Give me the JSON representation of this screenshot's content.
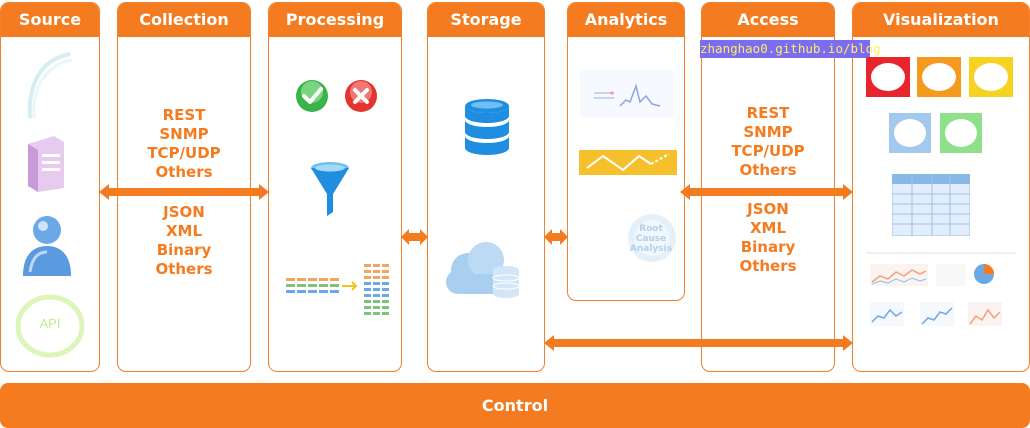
{
  "columns": {
    "source": "Source",
    "collection": "Collection",
    "processing": "Processing",
    "storage": "Storage",
    "analytics": "Analytics",
    "access": "Access",
    "visualization": "Visualization"
  },
  "collection_protocols": {
    "transport": [
      "REST",
      "SNMP",
      "TCP/UDP",
      "Others"
    ],
    "formats": [
      "JSON",
      "XML",
      "Binary",
      "Others"
    ]
  },
  "access_protocols": {
    "transport": [
      "REST",
      "SNMP",
      "TCP/UDP",
      "Others"
    ],
    "formats": [
      "JSON",
      "XML",
      "Binary",
      "Others"
    ]
  },
  "source_api_label": "API",
  "analytics_root_cause_label": "Root Cause Analysis",
  "watermark": "zhanghao0.github.io/blog",
  "control_label": "Control",
  "colors": {
    "accent": "#f47b20",
    "watermark_bg": "#7b6cf2",
    "watermark_text": "#ffef5a"
  }
}
